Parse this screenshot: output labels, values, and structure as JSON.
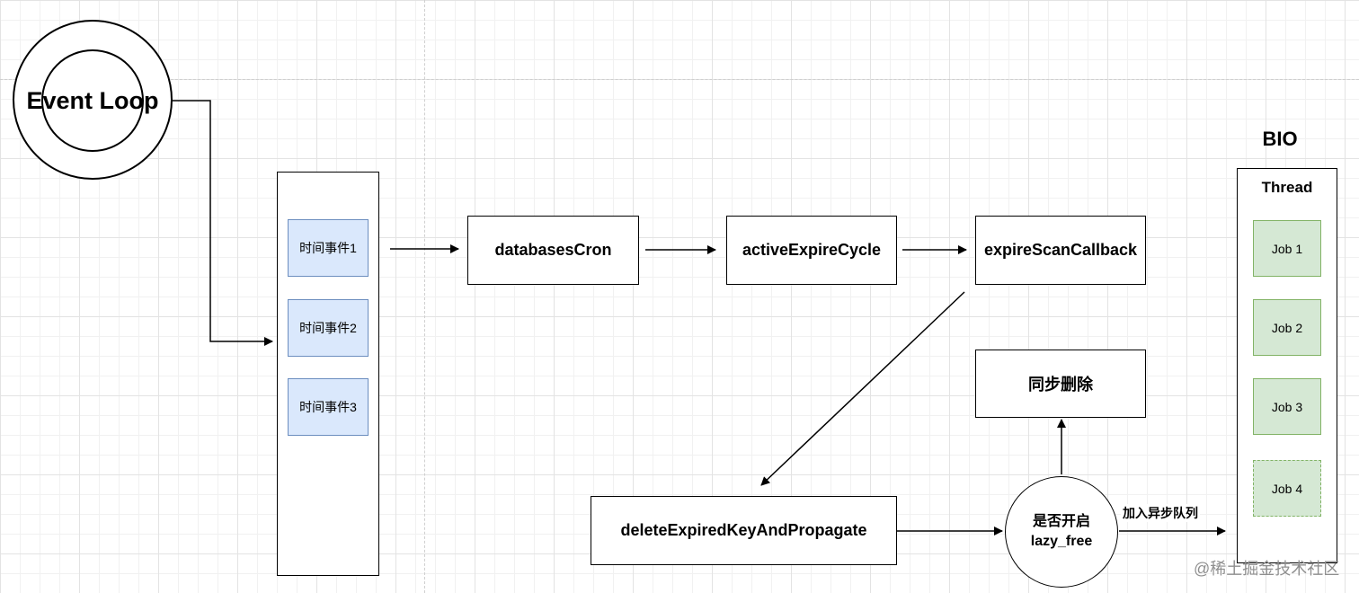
{
  "event_loop": {
    "label": "Event Loop"
  },
  "timer_events": [
    {
      "label": "时间事件1"
    },
    {
      "label": "时间事件2"
    },
    {
      "label": "时间事件3"
    }
  ],
  "flow": {
    "databases_cron": "databasesCron",
    "active_expire_cycle": "activeExpireCycle",
    "expire_scan_callback": "expireScanCallback",
    "delete_expired": "deleteExpiredKeyAndPropagate",
    "sync_delete": "同步删除",
    "decision_line1": "是否开启",
    "decision_line2": "lazy_free",
    "async_queue_label": "加入异步队列"
  },
  "bio": {
    "title": "BIO",
    "thread_label": "Thread",
    "jobs": [
      {
        "label": "Job 1"
      },
      {
        "label": "Job 2"
      },
      {
        "label": "Job 3"
      },
      {
        "label": "Job 4"
      }
    ]
  },
  "watermark": "@稀土掘金技术社区",
  "colors": {
    "event_fill": "#dae8fc",
    "event_border": "#6c8ebf",
    "job_fill": "#d5e8d4",
    "job_border": "#82b366"
  }
}
